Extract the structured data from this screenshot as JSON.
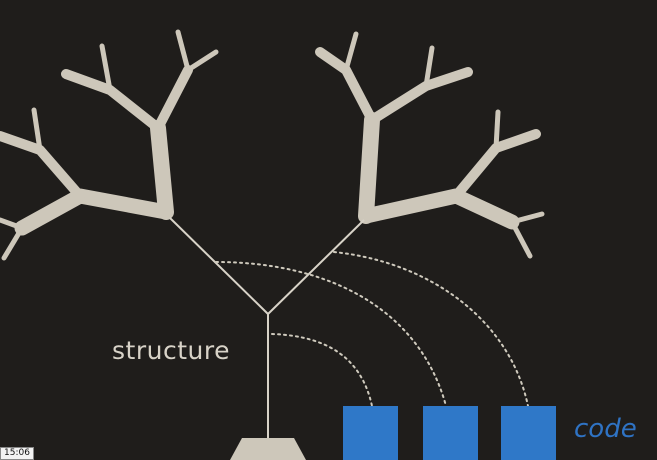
{
  "labels": {
    "structure": "structure",
    "code": "code"
  },
  "video": {
    "timestamp": "15:06"
  },
  "colors": {
    "background": "#1f1d1b",
    "branch": "#cdc7ba",
    "line": "#d8d3c8",
    "dotted": "#cfcabd",
    "code_block": "#2f78c8",
    "code_text": "#2f73c4"
  },
  "code_blocks": 3
}
